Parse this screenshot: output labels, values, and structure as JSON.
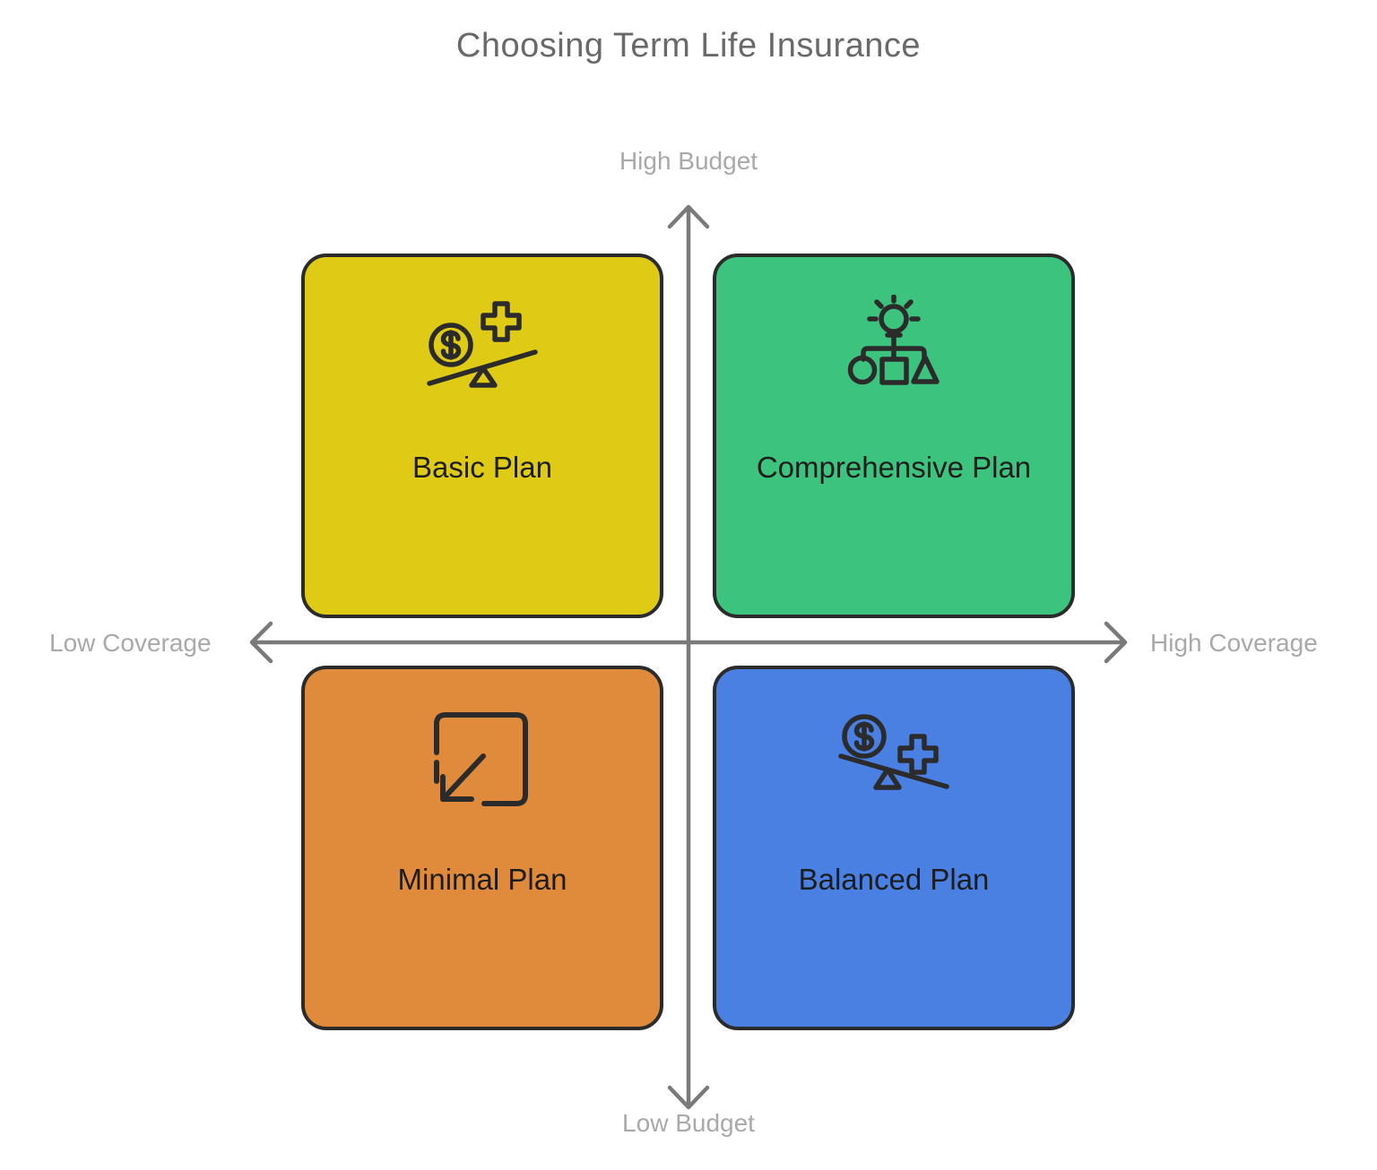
{
  "title": "Choosing Term Life Insurance",
  "axes": {
    "top_label": "High Budget",
    "bottom_label": "Low Budget",
    "left_label": "Low Coverage",
    "right_label": "High Coverage"
  },
  "quadrants": [
    {
      "position": "top-left",
      "label": "Basic Plan",
      "color": "#dfcb16",
      "icon": "cost-balance-icon"
    },
    {
      "position": "top-right",
      "label": "Comprehensive Plan",
      "color": "#3cc47e",
      "icon": "idea-organization-icon"
    },
    {
      "position": "bottom-left",
      "label": "Minimal Plan",
      "color": "#e08a3c",
      "icon": "minimize-icon"
    },
    {
      "position": "bottom-right",
      "label": "Balanced Plan",
      "color": "#4a80e2",
      "icon": "cost-balance-icon"
    }
  ],
  "colors": {
    "title_text": "#696969",
    "axis_label_text": "#a9a9a9",
    "axis_line": "#7a7a7a",
    "outline": "#2b2b2b",
    "quadrant_text": "#1d1d1d",
    "background": "#ffffff"
  }
}
